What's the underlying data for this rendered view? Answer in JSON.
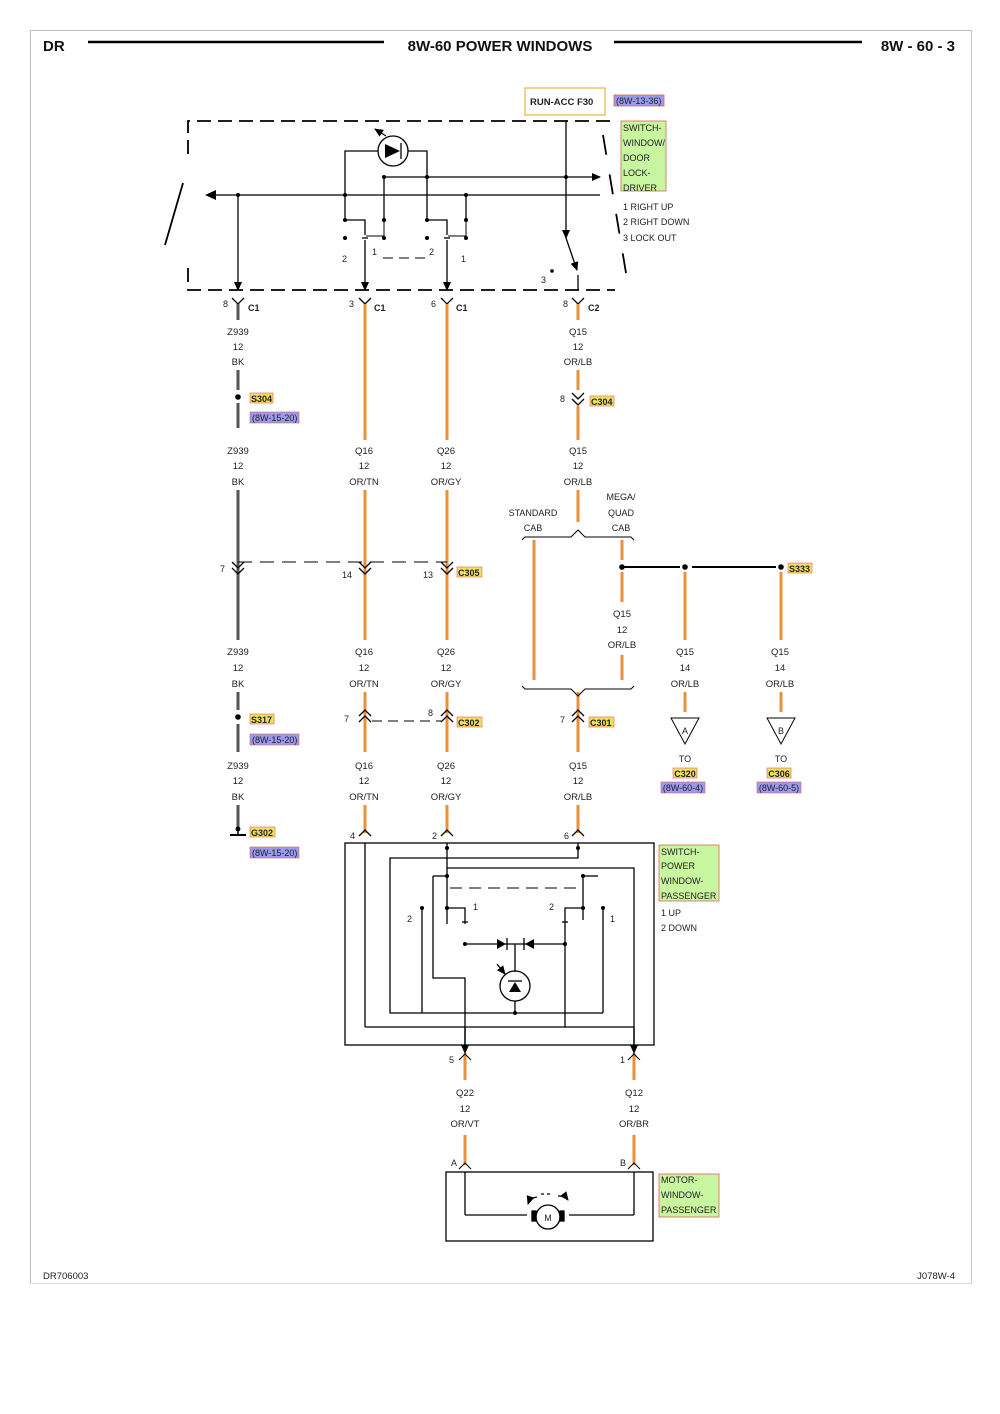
{
  "header": {
    "left": "DR",
    "title": "8W-60 POWER WINDOWS",
    "right": "8W - 60 - 3"
  },
  "footer": {
    "left": "DR706003",
    "right": "J078W-4"
  },
  "fuse": {
    "label": "RUN-ACC F30",
    "ref": "(8W-13-36)"
  },
  "driver_switch": {
    "name": [
      "SWITCH-",
      "WINDOW/",
      "DOOR",
      "LOCK-",
      "DRIVER"
    ],
    "positions": [
      "1 RIGHT UP",
      "2 RIGHT DOWN",
      "3 LOCK OUT"
    ],
    "pos_labels": {
      "a": "2",
      "b": "1",
      "c": "2",
      "d": "1",
      "e": "3"
    }
  },
  "passenger_switch": {
    "name": [
      "SWITCH-",
      "POWER",
      "WINDOW-",
      "PASSENGER"
    ],
    "positions": [
      "1 UP",
      "2 DOWN"
    ],
    "pos_labels": {
      "a": "2",
      "b": "1",
      "c": "2",
      "d": "1"
    }
  },
  "motor": {
    "name": [
      "MOTOR-",
      "WINDOW-",
      "PASSENGER"
    ],
    "symbol": "M",
    "pin_a": "A",
    "pin_b": "B"
  },
  "connectors": {
    "c1a": {
      "pin": "8",
      "name": "C1"
    },
    "c1b": {
      "pin": "3",
      "name": "C1"
    },
    "c1c": {
      "pin": "6",
      "name": "C1"
    },
    "c2": {
      "pin": "8",
      "name": "C2"
    },
    "c304": {
      "pin": "8",
      "name": "C304"
    },
    "c305": {
      "pin_a": "7",
      "pin_b": "14",
      "pin_c": "13",
      "name": "C305"
    },
    "c302": {
      "pin_a": "7",
      "pin_b": "8",
      "name": "C302"
    },
    "c301": {
      "pin": "7",
      "name": "C301"
    },
    "psw_pins": {
      "a": "4",
      "b": "2",
      "c": "6",
      "d": "5",
      "e": "1"
    }
  },
  "splices": {
    "s304": {
      "name": "S304",
      "ref": "(8W-15-20)"
    },
    "s317": {
      "name": "S317",
      "ref": "(8W-15-20)"
    },
    "s333": {
      "name": "S333"
    },
    "g302": {
      "name": "G302",
      "ref": "(8W-15-20)"
    }
  },
  "wires": {
    "w1": [
      "Z939",
      "12",
      "BK"
    ],
    "w2": [
      "Z939",
      "12",
      "BK"
    ],
    "w3": [
      "Z939",
      "12",
      "BK"
    ],
    "w4": [
      "Z939",
      "12",
      "BK"
    ],
    "q16a": [
      "Q16",
      "12",
      "OR/TN"
    ],
    "q16b": [
      "Q16",
      "12",
      "OR/TN"
    ],
    "q16c": [
      "Q16",
      "12",
      "OR/TN"
    ],
    "q26a": [
      "Q26",
      "12",
      "OR/GY"
    ],
    "q26b": [
      "Q26",
      "12",
      "OR/GY"
    ],
    "q26c": [
      "Q26",
      "12",
      "OR/GY"
    ],
    "q15a": [
      "Q15",
      "12",
      "OR/LB"
    ],
    "q15b": [
      "Q15",
      "12",
      "OR/LB"
    ],
    "q15c": [
      "Q15",
      "12",
      "OR/LB"
    ],
    "q15d": [
      "Q15",
      "12",
      "OR/LB"
    ],
    "q15e": [
      "Q15",
      "14",
      "OR/LB"
    ],
    "q15f": [
      "Q15",
      "14",
      "OR/LB"
    ],
    "q22": [
      "Q22",
      "12",
      "OR/VT"
    ],
    "q12": [
      "Q12",
      "12",
      "OR/BR"
    ]
  },
  "options": {
    "standard": [
      "STANDARD",
      "CAB"
    ],
    "mega": [
      "MEGA/",
      "QUAD",
      "CAB"
    ]
  },
  "refs": {
    "a": {
      "letter": "A",
      "to": "TO",
      "conn": "C320",
      "ref": "(8W-60-4)"
    },
    "b": {
      "letter": "B",
      "to": "TO",
      "conn": "C306",
      "ref": "(8W-60-5)"
    }
  },
  "colors": {
    "orange": "#e8913a",
    "dark": "#555555",
    "green_tag": "#c8f5a0",
    "blue_tag": "#9a9af0",
    "yellow_tag": "#f0e060",
    "fuse_border": "#f0c060"
  }
}
